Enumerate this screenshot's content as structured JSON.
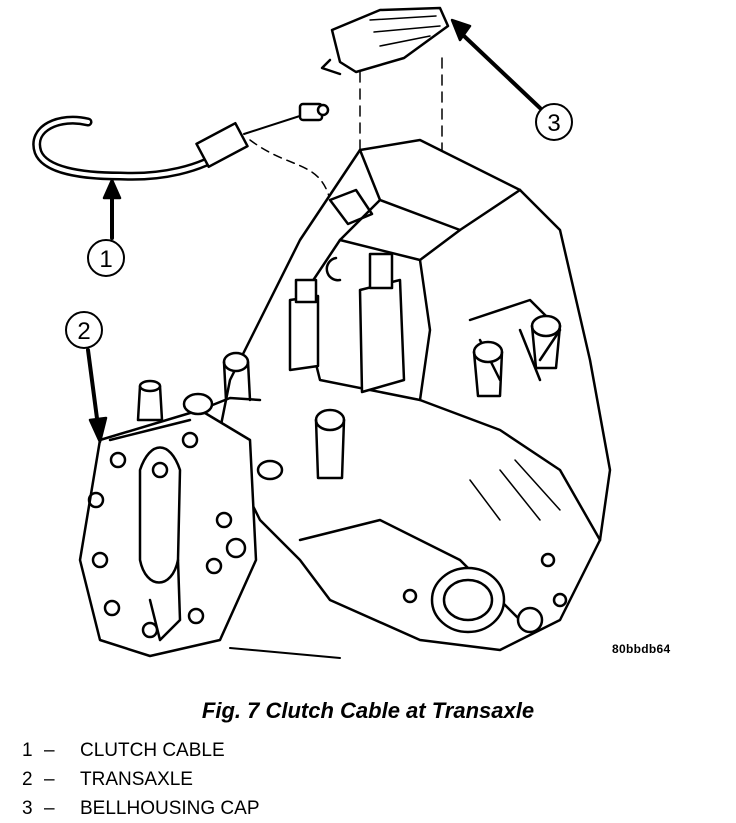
{
  "figure": {
    "code": "80bbdb64",
    "caption": "Fig. 7 Clutch Cable at Transaxle",
    "callouts": [
      {
        "number": "1"
      },
      {
        "number": "2"
      },
      {
        "number": "3"
      }
    ]
  },
  "legend": {
    "separator": "–",
    "items": [
      {
        "number": "1",
        "label": "CLUTCH CABLE"
      },
      {
        "number": "2",
        "label": "TRANSAXLE"
      },
      {
        "number": "3",
        "label": "BELLHOUSING CAP"
      }
    ]
  }
}
